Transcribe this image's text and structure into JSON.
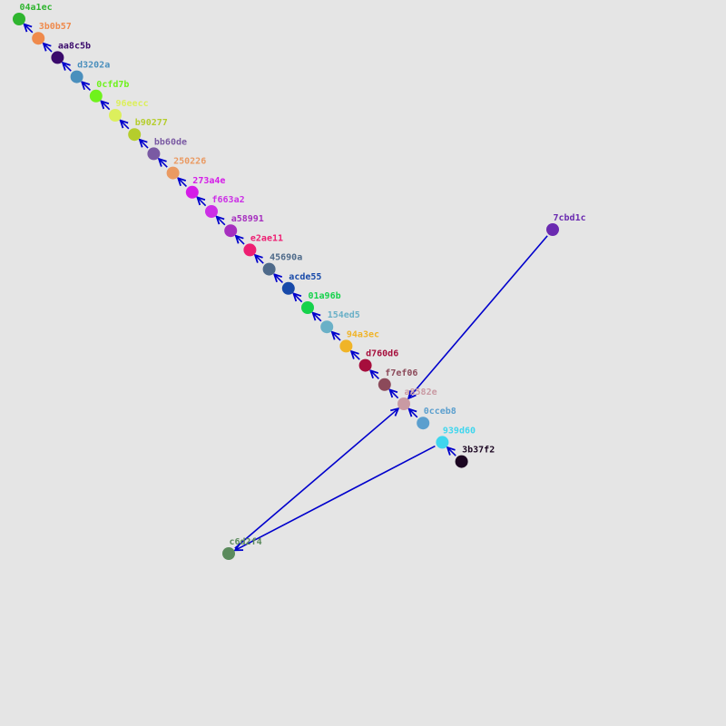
{
  "graph": {
    "background": "#e5e5e5",
    "edge_color": "#0000cc",
    "commits": [
      {
        "id": "04a1ec",
        "color": "#2fb52f"
      },
      {
        "id": "3b0b57",
        "color": "#ef8a4c"
      },
      {
        "id": "aa8c5b",
        "color": "#3a0a6c"
      },
      {
        "id": "d3202a",
        "color": "#4a8fbd"
      },
      {
        "id": "0cfd7b",
        "color": "#6ff21c"
      },
      {
        "id": "96eecc",
        "color": "#dcef5c"
      },
      {
        "id": "b90277",
        "color": "#b5cd2c"
      },
      {
        "id": "bb60de",
        "color": "#7a5aa3"
      },
      {
        "id": "250226",
        "color": "#ea9a62"
      },
      {
        "id": "273a4e",
        "color": "#d51ce8"
      },
      {
        "id": "f663a2",
        "color": "#cc2fe6"
      },
      {
        "id": "a58991",
        "color": "#a62fbf"
      },
      {
        "id": "e2ae11",
        "color": "#ee1e72"
      },
      {
        "id": "45690a",
        "color": "#4e6a8a"
      },
      {
        "id": "acde55",
        "color": "#1749a9"
      },
      {
        "id": "01a96b",
        "color": "#15d24b"
      },
      {
        "id": "154ed5",
        "color": "#6ab0c7"
      },
      {
        "id": "94a3ec",
        "color": "#f0b428"
      },
      {
        "id": "d760d6",
        "color": "#a60e3c"
      },
      {
        "id": "f7ef06",
        "color": "#8c4a5a"
      },
      {
        "id": "a8582e",
        "color": "#c99aa3"
      },
      {
        "id": "0cceb8",
        "color": "#5b9fce"
      },
      {
        "id": "939d60",
        "color": "#3fd6ee"
      },
      {
        "id": "3b37f2",
        "color": "#1c0622"
      },
      {
        "id": "7cbd1c",
        "color": "#6a2ab0"
      },
      {
        "id": "c6d2f4",
        "color": "#5a8a5c"
      }
    ],
    "edges": [
      {
        "from": "3b0b57",
        "to": "04a1ec"
      },
      {
        "from": "aa8c5b",
        "to": "3b0b57"
      },
      {
        "from": "d3202a",
        "to": "aa8c5b"
      },
      {
        "from": "0cfd7b",
        "to": "d3202a"
      },
      {
        "from": "96eecc",
        "to": "0cfd7b"
      },
      {
        "from": "b90277",
        "to": "96eecc"
      },
      {
        "from": "bb60de",
        "to": "b90277"
      },
      {
        "from": "250226",
        "to": "bb60de"
      },
      {
        "from": "273a4e",
        "to": "250226"
      },
      {
        "from": "f663a2",
        "to": "273a4e"
      },
      {
        "from": "a58991",
        "to": "f663a2"
      },
      {
        "from": "e2ae11",
        "to": "a58991"
      },
      {
        "from": "45690a",
        "to": "e2ae11"
      },
      {
        "from": "acde55",
        "to": "45690a"
      },
      {
        "from": "01a96b",
        "to": "acde55"
      },
      {
        "from": "154ed5",
        "to": "01a96b"
      },
      {
        "from": "94a3ec",
        "to": "154ed5"
      },
      {
        "from": "d760d6",
        "to": "94a3ec"
      },
      {
        "from": "f7ef06",
        "to": "d760d6"
      },
      {
        "from": "a8582e",
        "to": "f7ef06"
      },
      {
        "from": "0cceb8",
        "to": "a8582e"
      },
      {
        "from": "7cbd1c",
        "to": "a8582e"
      },
      {
        "from": "c6d2f4",
        "to": "a8582e"
      },
      {
        "from": "939d60",
        "to": "c6d2f4"
      },
      {
        "from": "3b37f2",
        "to": "939d60"
      }
    ]
  }
}
